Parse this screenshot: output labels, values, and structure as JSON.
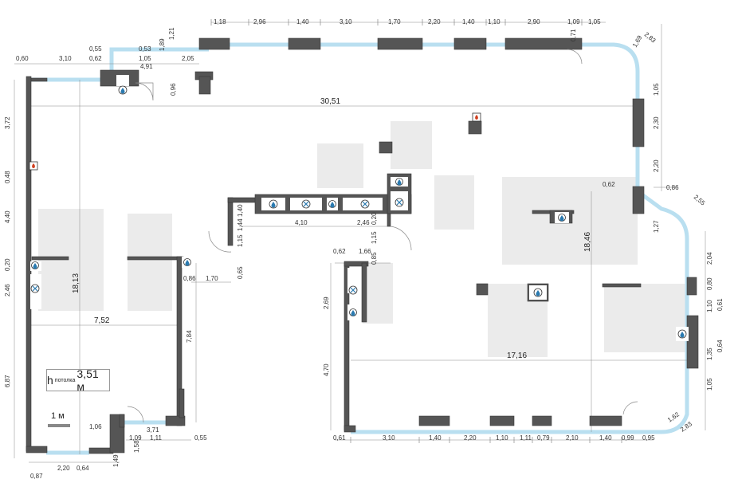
{
  "ceiling": {
    "prefix": "h",
    "sub": "потолка",
    "value": "3,51 м"
  },
  "scale": {
    "label": "1 м"
  },
  "colors": {
    "wall": "#555555",
    "glass": "#b9dff0",
    "column": "#4a4a4a",
    "fire": "#d04020"
  },
  "icons": {
    "water": "droplet-icon",
    "fan": "fan-icon",
    "fire": "fire-hydrant-icon"
  },
  "dimensions": {
    "top": [
      "1,18",
      "2,96",
      "1,40",
      "3,10",
      "1,70",
      "2,20",
      "1,40",
      "1,10",
      "2,90",
      "1,09",
      "1,05"
    ],
    "top_left": [
      "0,60",
      "3,10",
      "0,62",
      "0,55",
      "0,53",
      "1,05",
      "4,91",
      "1,89",
      "2,05",
      "1,21",
      "0,96"
    ],
    "left": [
      "3,72",
      "0,48",
      "4,40",
      "0,20",
      "2,46",
      "6,87",
      "1,49"
    ],
    "bottom_left": [
      "0,87",
      "2,20",
      "0,64",
      "1,06",
      "1,09",
      "1,11",
      "3,71",
      "0,55",
      "1,58"
    ],
    "bottom_right": [
      "0,61",
      "3,10",
      "1,40",
      "2,20",
      "1,10",
      "1,11",
      "0,79",
      "2,10",
      "1,40",
      "0,99",
      "0,95",
      "2,83",
      "1,62"
    ],
    "right": [
      "2,83",
      "1,05",
      "2,30",
      "2,20",
      "0,86",
      "2,55",
      "1,27",
      "2,04",
      "0,80",
      "1,10",
      "0,61",
      "0,64",
      "1,35",
      "1,05",
      "0,71",
      "1,69"
    ],
    "center": [
      "30,51",
      "18,13",
      "7,52",
      "18,46",
      "17,16",
      "4,10",
      "2,46",
      "1,40",
      "1,44",
      "1,15",
      "0,86",
      "1,70",
      "0,65",
      "7,84",
      "0,62",
      "1,66",
      "0,85",
      "1,15",
      "0,20",
      "2,69",
      "4,70",
      "0,62"
    ]
  }
}
